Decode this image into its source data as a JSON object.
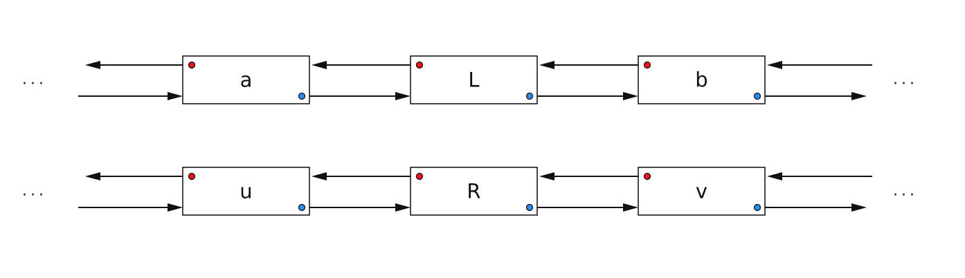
{
  "colors": {
    "prev_dot": "#e8141e",
    "next_dot": "#2a8cf0",
    "stroke": "#111111"
  },
  "ellipsis": "...",
  "rows": [
    {
      "nodes": [
        {
          "label": "a"
        },
        {
          "label": "L"
        },
        {
          "label": "b"
        }
      ]
    },
    {
      "nodes": [
        {
          "label": "u"
        },
        {
          "label": "R"
        },
        {
          "label": "v"
        }
      ]
    }
  ]
}
